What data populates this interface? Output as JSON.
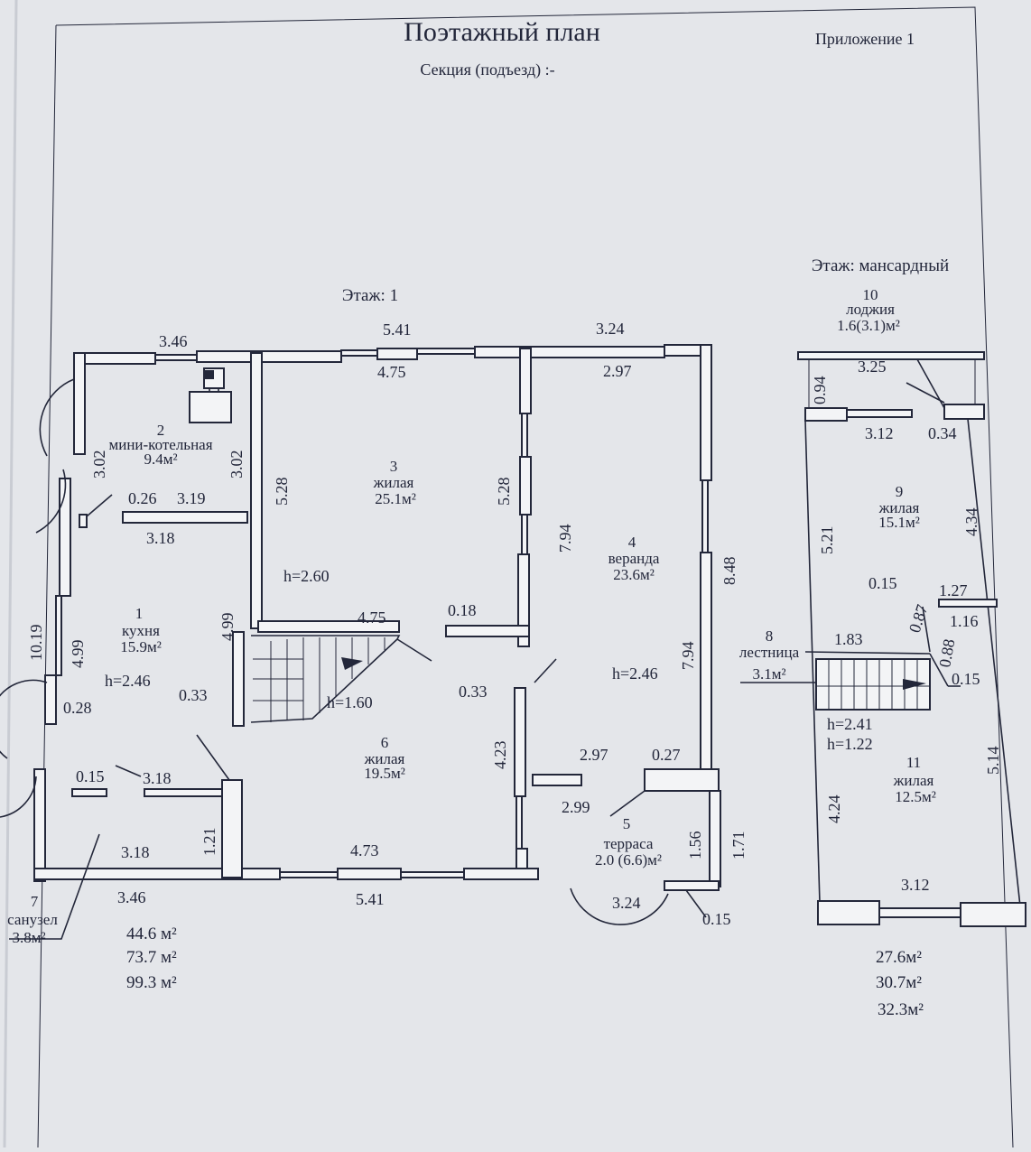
{
  "header": {
    "title": "Поэтажный план",
    "appendix": "Приложение 1",
    "section": "Секция (подъезд) :-"
  },
  "floors": {
    "first": "Этаж: 1",
    "attic": "Этаж: мансардный"
  },
  "rooms": [
    {
      "num": "1",
      "name": "кухня",
      "area": "15.9м²"
    },
    {
      "num": "2",
      "name": "мини-котельная",
      "area": "9.4м²"
    },
    {
      "num": "3",
      "name": "жилая",
      "area": "25.1м²"
    },
    {
      "num": "4",
      "name": "веранда",
      "area": "23.6м²"
    },
    {
      "num": "5",
      "name": "терраса",
      "area": "2.0 (6.6)м²"
    },
    {
      "num": "6",
      "name": "жилая",
      "area": "19.5м²"
    },
    {
      "num": "7",
      "name": "санузел",
      "area": "3.8м²"
    },
    {
      "num": "8",
      "name": "лестница",
      "area": "3.1м²"
    },
    {
      "num": "9",
      "name": "жилая",
      "area": "15.1м²"
    },
    {
      "num": "10",
      "name": "лоджия",
      "area": "1.6(3.1)м²"
    },
    {
      "num": "11",
      "name": "жилая",
      "area": "12.5м²"
    }
  ],
  "heights": [
    "h=2.60",
    "h=2.46",
    "h=1.60",
    "h=2.46",
    "h=2.41",
    "h=1.22"
  ],
  "dims": [
    "3.46",
    "5.41",
    "3.24",
    "4.75",
    "2.97",
    "3.02",
    "3.02",
    "5.28",
    "5.28",
    "0.26",
    "3.19",
    "3.18",
    "7.94",
    "8.48",
    "10.19",
    "4.99",
    "4.99",
    "4.75",
    "0.18",
    "0.33",
    "0.33",
    "0.28",
    "7.94",
    "4.23",
    "2.97",
    "0.27",
    "2.99",
    "0.15",
    "3.18",
    "1.21",
    "3.18",
    "4.73",
    "1.56",
    "1.71",
    "3.46",
    "5.41",
    "3.24",
    "0.15",
    "0.94",
    "3.25",
    "3.12",
    "0.34",
    "5.21",
    "4.34",
    "0.15",
    "1.27",
    "0.87",
    "1.16",
    "1.83",
    "0.88",
    "0.15",
    "5.14",
    "4.24",
    "3.12"
  ],
  "totals_first": [
    "44.6 м²",
    "73.7 м²",
    "99.3 м²"
  ],
  "totals_attic": [
    "27.6м²",
    "30.7м²",
    "32.3м²"
  ]
}
